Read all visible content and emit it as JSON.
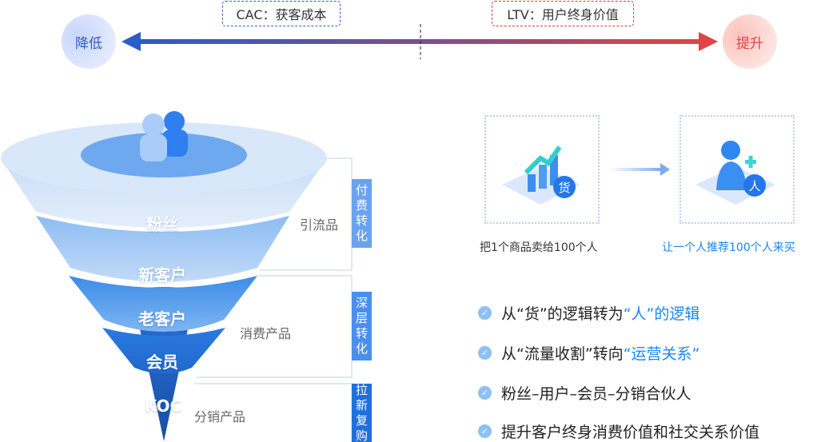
{
  "axis": {
    "left_label": "降低",
    "right_label": "提升",
    "cac_label": "CAC：获客成本",
    "ltv_label": "LTV：用户终身价值",
    "left_color": "#2b5cc8",
    "right_color": "#e04545"
  },
  "funnel": {
    "layers": [
      "粉丝",
      "新客户",
      "老客户",
      "会员",
      "KOC"
    ],
    "products": [
      "引流品",
      "消费产品",
      "分销产品"
    ],
    "stages": [
      "付费转化",
      "深层转化",
      "拉新复购"
    ]
  },
  "transition": {
    "from_badge": "货",
    "to_badge": "人",
    "from_caption": "把1个商品卖给100个人",
    "to_caption": "让一个人推荐100个人来买"
  },
  "bullets": [
    {
      "pre": "从“货”的逻辑转为",
      "hl": "“人”的逻辑"
    },
    {
      "pre": "从“流量收割”转向",
      "hl": "“运营关系”"
    },
    {
      "pre": "粉丝–用户–会员–分销合伙人",
      "hl": ""
    },
    {
      "pre": "提升客户终身消费价值和社交关系价值",
      "hl": ""
    }
  ]
}
